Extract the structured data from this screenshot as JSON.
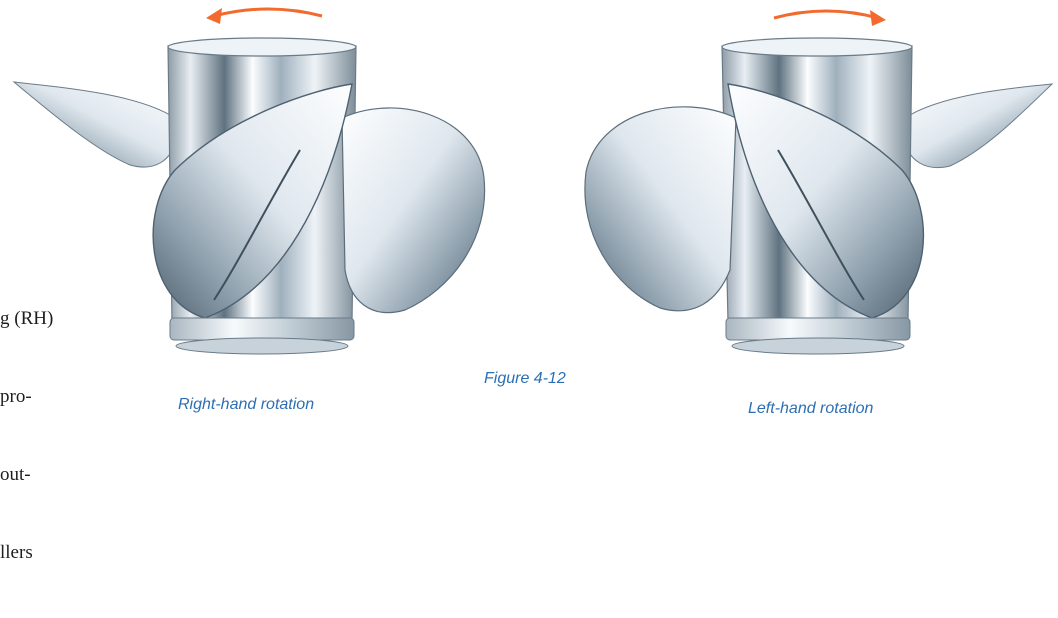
{
  "side_text": [
    "g (RH)",
    "pro-",
    "out-",
    "llers"
  ],
  "captions": {
    "right": "Right-hand rotation",
    "figure": "Figure 4-12",
    "left": "Left-hand rotation"
  },
  "colors": {
    "arrow": "#f26a2e",
    "caption": "#2c6fb3",
    "metal_dark": "#5f7280",
    "metal_light": "#f4f7fa"
  },
  "icons": {
    "rotation_left": "curved-arrow-left-icon",
    "rotation_right": "curved-arrow-right-icon"
  }
}
